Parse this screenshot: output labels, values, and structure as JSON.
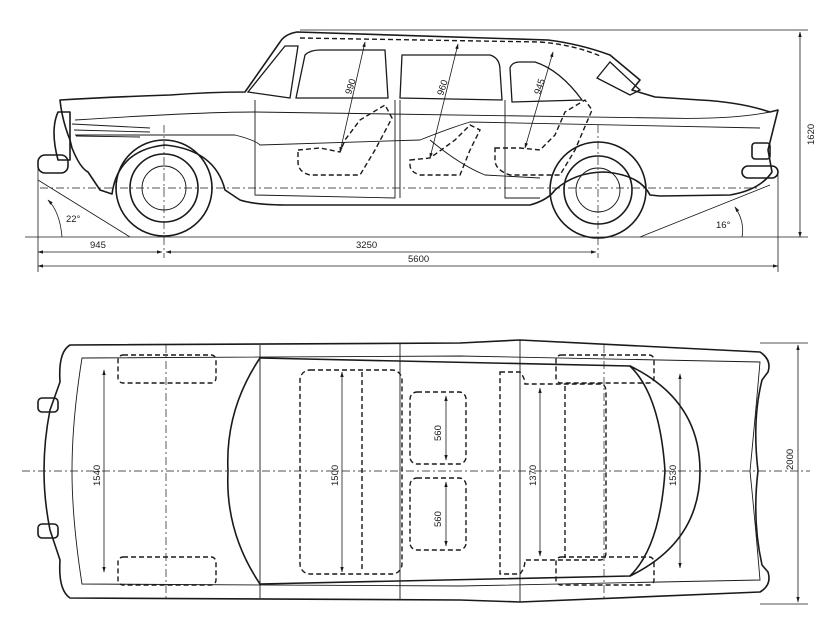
{
  "side_view": {
    "headroom_front": "990",
    "headroom_middle": "960",
    "headroom_rear": "945",
    "overall_height": "1620",
    "front_angle": "22°",
    "rear_angle": "16°",
    "front_overhang": "945",
    "wheelbase": "3250",
    "overall_length": "5600"
  },
  "top_view": {
    "front_track_width": "1540",
    "front_seat_width": "1500",
    "jump_seat_upper": "560",
    "jump_seat_lower": "560",
    "rear_seat_width": "1370",
    "rear_track_width": "1530",
    "overall_width": "2000"
  }
}
